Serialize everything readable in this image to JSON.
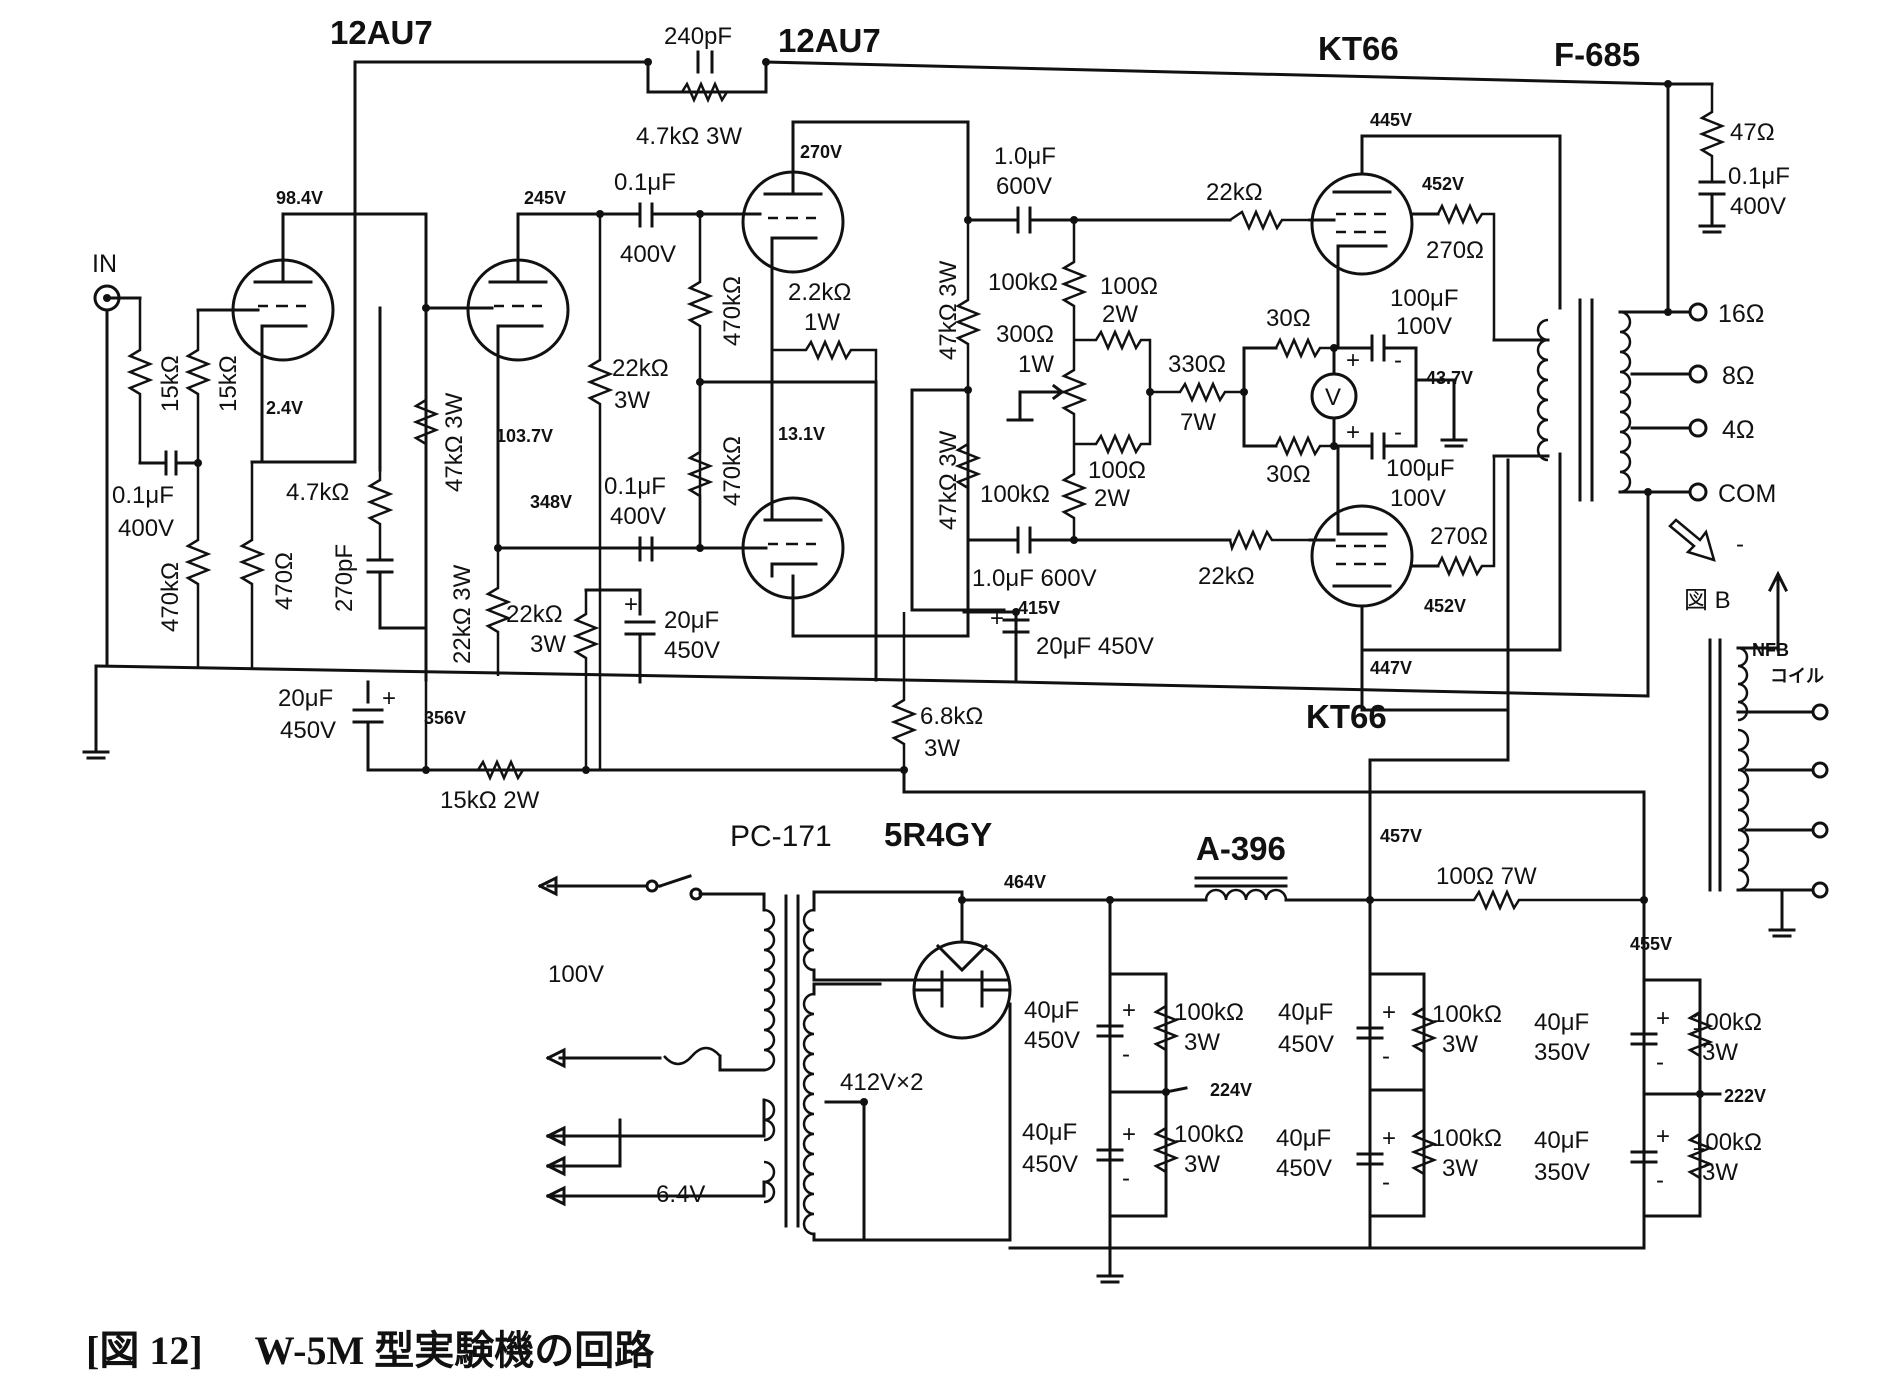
{
  "tubes": {
    "first_stage": "12AU7",
    "phase_inverter": "12AU7",
    "output_upper": "KT66",
    "output_lower": "KT66",
    "output_transformer": "F-685",
    "power_transformer": "PC-171",
    "rectifier": "5R4GY",
    "choke": "A-396"
  },
  "input_label": "IN",
  "outputs": [
    "16Ω",
    "8Ω",
    "4Ω",
    "COM"
  ],
  "meter_symbol": "V",
  "components": {
    "c_240pf": "240pF",
    "r_fb": "4.7kΩ 3W",
    "r_in1": "15kΩ",
    "r_in2": "15kΩ",
    "c_in_a": "0.1μF",
    "c_in_b": "400V",
    "r_470k_in": "470kΩ",
    "r_470_cath": "470Ω",
    "r_47k3w_a": "47kΩ 3W",
    "r_4k7": "4.7kΩ",
    "c_270p": "270pF",
    "r_22k3w_a": "22kΩ 3W",
    "c_01_a": "0.1μF",
    "c_01_a_v": "400V",
    "r_22k3w_b": "22kΩ",
    "r_22k3w_b2": "3W",
    "r_470k_a": "470kΩ",
    "r_470k_b": "470kΩ",
    "c_01_b": "0.1μF",
    "c_01_b_v": "400V",
    "r_22k3w_c": "22kΩ",
    "r_22k3w_c2": "3W",
    "c_20u_a": "20μF",
    "c_20u_a_v": "450V",
    "r_2k2": "2.2kΩ",
    "r_2k2_w": "1W",
    "c_20u_b": "20μF",
    "c_20u_b_v": "450V",
    "r_15k2w": "15kΩ 2W",
    "r_47k3w_b": "47kΩ 3W",
    "r_47k3w_c": "47kΩ 3W",
    "c_1u_a": "1.0μF",
    "c_1u_a_v": "600V",
    "c_1u_b": "1.0μF 600V",
    "r_100k_a": "100kΩ",
    "r_100_2w_a": "100Ω",
    "r_100_2w_a2": "2W",
    "r_300": "300Ω",
    "r_300_w": "1W",
    "r_100_2w_b": "100Ω",
    "r_100k_b": "100kΩ",
    "r_100_2w_b2": "2W",
    "r_330": "330Ω",
    "r_330_w": "7W",
    "r_22k_a": "22kΩ",
    "r_22k_b": "22kΩ",
    "r_30_a": "30Ω",
    "r_30_b": "30Ω",
    "c_100u_a": "100μF",
    "c_100u_a_v": "100V",
    "c_100u_b": "100μF",
    "c_100u_b_v": "100V",
    "r_270_a": "270Ω",
    "r_270_b": "270Ω",
    "c_20u_c": "20μF 450V",
    "r_6k8": "6.8kΩ",
    "r_6k8_w": "3W",
    "r_47_out": "47Ω",
    "c_01_out": "0.1μF",
    "c_01_out_v": "400V",
    "fig_b": "図 B",
    "nfb_coil_1": "NFB",
    "nfb_coil_2": "コイル",
    "mains": "100V",
    "heater": "6.4V",
    "hv_winding": "412V×2",
    "r_100_7w": "100Ω 7W",
    "ps_c1": "40μF",
    "ps_c1_v": "450V",
    "ps_c2": "40μF",
    "ps_c2_v": "450V",
    "ps_c3": "40μF",
    "ps_c3_v": "450V",
    "ps_c4": "40μF",
    "ps_c4_v": "450V",
    "ps_c5": "40μF",
    "ps_c5_v": "350V",
    "ps_c6": "40μF",
    "ps_c6_v": "350V",
    "ps_r": "100kΩ",
    "ps_r_w": "3W"
  },
  "voltages": {
    "v98": "98.4V",
    "v2_4": "2.4V",
    "v245": "245V",
    "v103": "103.7V",
    "v348": "348V",
    "v356": "356V",
    "v270": "270V",
    "v13_1": "13.1V",
    "v415": "415V",
    "v445": "445V",
    "v452a": "452V",
    "v452b": "452V",
    "v43_7": "43.7V",
    "v447": "447V",
    "v457": "457V",
    "v464": "464V",
    "v455": "455V",
    "v224": "224V",
    "v222": "222V"
  },
  "caption": {
    "fig": "[図 12]",
    "title": "W-5M 型実験機の回路"
  }
}
